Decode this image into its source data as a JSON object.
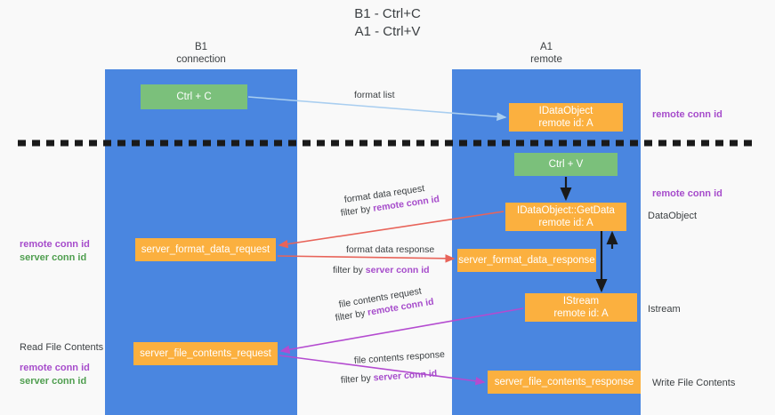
{
  "title": {
    "line1": "B1 - Ctrl+C",
    "line2": "A1 - Ctrl+V"
  },
  "columns": [
    {
      "key": "b1",
      "name": "B1",
      "sub": "connection"
    },
    {
      "key": "a1",
      "name": "A1",
      "sub": "remote"
    }
  ],
  "nodes": {
    "ctrl_c": {
      "label": "Ctrl + C",
      "color": "#7bc07b"
    },
    "idataobject": {
      "line1": "IDataObject",
      "line2": "remote id: A",
      "color": "#fbb03f"
    },
    "ctrl_v": {
      "label": "Ctrl + V",
      "color": "#7bc07b"
    },
    "getdata": {
      "line1": "IDataObject::GetData",
      "line2": "remote id: A",
      "color": "#fbb03f"
    },
    "server_format_data_request": {
      "label": "server_format_data_request",
      "color": "#fbb03f"
    },
    "server_format_data_response": {
      "label": "server_format_data_response",
      "color": "#fbb03f"
    },
    "istream": {
      "line1": "IStream",
      "line2": "remote id: A",
      "color": "#fbb03f"
    },
    "server_file_contents_request": {
      "label": "server_file_contents_request",
      "color": "#fbb03f"
    },
    "server_file_contents_response": {
      "label": "server_file_contents_response",
      "color": "#fbb03f"
    }
  },
  "edges": {
    "format_list": "format list",
    "format_data_request": "format data request",
    "format_data_request_filter_prefix": "filter by ",
    "format_data_request_filter_key": "remote conn id",
    "format_data_response": "format data response",
    "format_data_response_filter_prefix": "filter by ",
    "format_data_response_filter_key": "server conn id",
    "file_contents_request": "file contents request",
    "file_contents_request_filter_prefix": "filter by ",
    "file_contents_request_filter_key": "remote conn id",
    "file_contents_response": "file contents response",
    "file_contents_response_filter_prefix": "filter by ",
    "file_contents_response_filter_key": "server conn id"
  },
  "annotations": {
    "remote_conn_id_top": "remote conn id",
    "remote_conn_id_mid": "remote conn id",
    "dataobject": "DataObject",
    "istream": "Istream",
    "write_file_contents": "Write File Contents",
    "read_file_contents": "Read File Contents",
    "left_remote_conn_id_mid": "remote conn id",
    "left_server_conn_id_mid": "server conn id",
    "left_remote_conn_id_bot": "remote conn id",
    "left_server_conn_id_bot": "server conn id"
  },
  "colors": {
    "column": "#4a86e0",
    "green_node": "#7bc07b",
    "orange_node": "#fbb03f",
    "purple": "#a64ccb",
    "green_text": "#4f9e4f",
    "red_arrow": "#e8645a",
    "magenta_arrow": "#b44bd0",
    "blue_arrow": "#a9cef0",
    "black_arrow": "#1a1a1a",
    "divider": "#1a1a1a",
    "background": "#f9f9f9"
  }
}
